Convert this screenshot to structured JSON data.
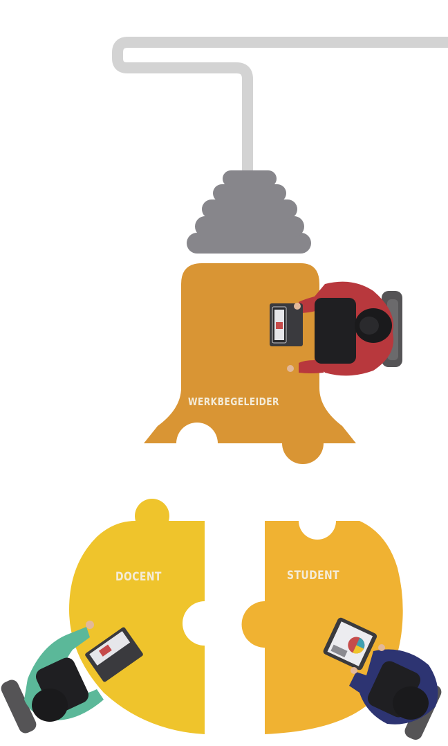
{
  "labels": {
    "werkbegeleider": "WERKBEGELEIDER",
    "docent": "DOCENT",
    "student": "STUDENT"
  },
  "colors": {
    "cable": "#d3d3d3",
    "bell_cap": "#87868b",
    "bell_body": "#d99534",
    "docent_piece": "#efc42c",
    "student_piece": "#f0b232",
    "label_text": "#f4ecd9"
  }
}
